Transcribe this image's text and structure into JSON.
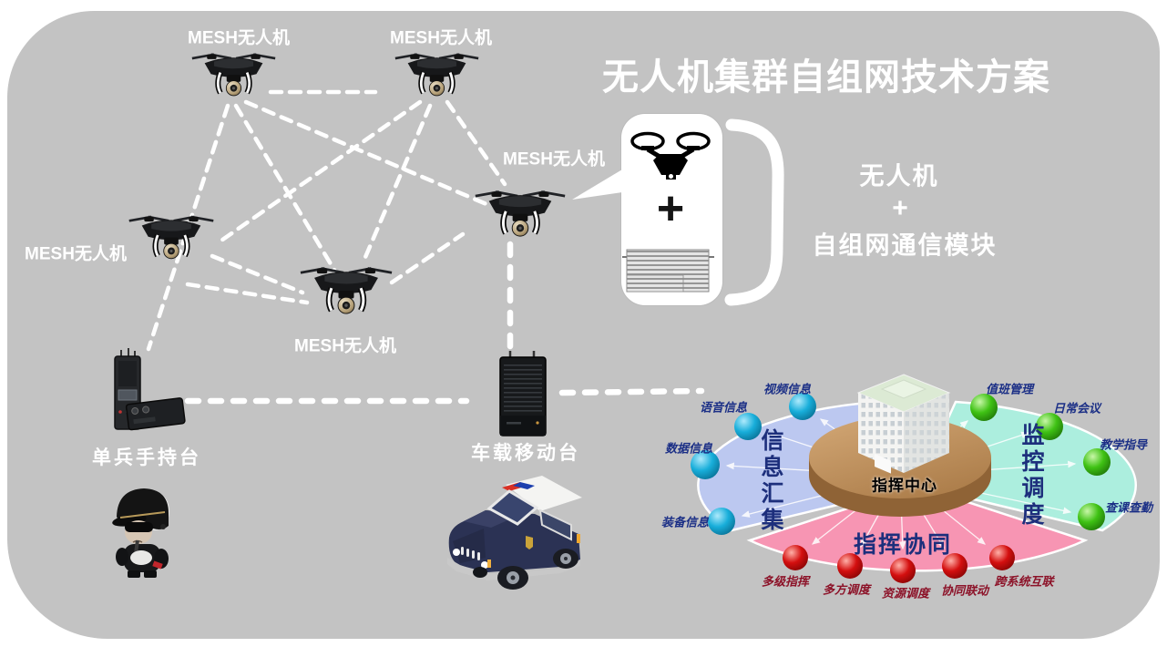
{
  "title": "无人机集群自组网技术方案",
  "drones": [
    {
      "label": "MESH无人机"
    },
    {
      "label": "MESH无人机"
    },
    {
      "label": "MESH无人机"
    },
    {
      "label": "MESH无人机"
    },
    {
      "label": "MESH无人机"
    }
  ],
  "callout": {
    "card_plus": "+",
    "line1": "无人机",
    "plus": "+",
    "line2": "自组网通信模块"
  },
  "stations": {
    "handheld": "单兵手持台",
    "vehicle": "车载移动台"
  },
  "command_center": {
    "center": "指挥中心",
    "sector_info": "信息汇集",
    "sector_monitor": "监控调度",
    "sector_coord": "指挥协同",
    "info_items": [
      "视频信息",
      "语音信息",
      "数据信息",
      "装备信息"
    ],
    "monitor_items": [
      "值班管理",
      "日常会议",
      "教学指导",
      "查课查勤"
    ],
    "coord_items": [
      "多级指挥",
      "多方调度",
      "资源调度",
      "协同联动",
      "跨系统互联"
    ]
  },
  "icons": {
    "mesh_drone": "quadcopter-photo-silhouette",
    "flat_drone": "drone-pictogram",
    "radio_module": "mesh-comm-module-heatsink",
    "handheld_radio": "soldier-handheld-radio",
    "vehicle_radio": "vehicle-mounted-radio",
    "police_officer": "cartoon-police-figure",
    "police_suv": "police-suv",
    "command_building": "isometric-office-building"
  },
  "colors": {
    "background": "#c3c3c3",
    "line_white": "#ffffff",
    "sector_info": "#bcc8f0",
    "sector_monitor": "#aceede",
    "sector_coord": "#f795b3",
    "platform_brown": "#b78a57",
    "sphere_blue": "#0aa0cc",
    "sphere_green": "#2fb80f",
    "sphere_red": "#cc0808",
    "label_navy": "#1b2f86",
    "label_red": "#8c1228"
  }
}
